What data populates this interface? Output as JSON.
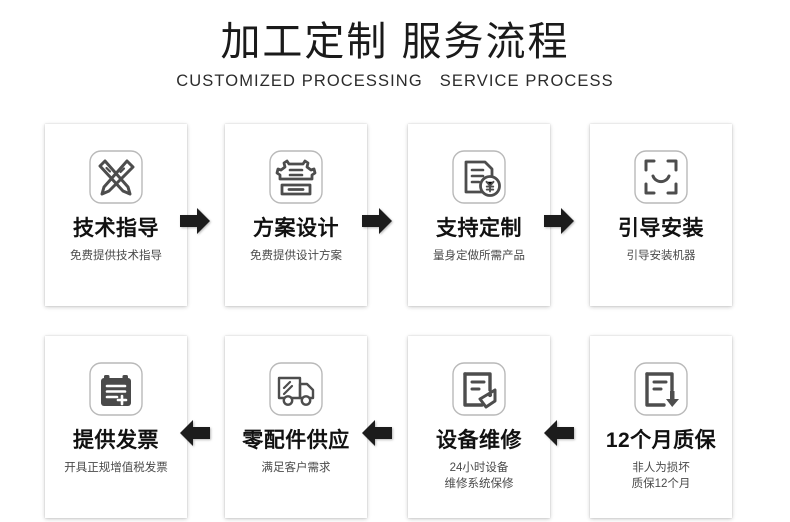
{
  "header": {
    "title": "加工定制 服务流程",
    "subtitle": "CUSTOMIZED PROCESSING   SERVICE PROCESS"
  },
  "colors": {
    "background": "#ffffff",
    "card_background": "#ffffff",
    "title_text": "#1a1a1a",
    "card_title_text": "#111111",
    "card_desc_text": "#4a4a4a",
    "icon_stroke": "#555555",
    "icon_filled": "#4a4a4a",
    "arrow_fill": "#1c1c1c"
  },
  "flow": {
    "rows": [
      {
        "direction": "left-to-right",
        "arrow_icon": "arrow-right-icon",
        "cards": [
          {
            "icon": "pen-ruler-icon",
            "title": "技术指导",
            "desc_line1": "免费提供技术指导",
            "desc_line2": ""
          },
          {
            "icon": "gear-design-icon",
            "title": "方案设计",
            "desc_line1": "免费提供设计方案",
            "desc_line2": ""
          },
          {
            "icon": "document-yen-icon",
            "title": "支持定制",
            "desc_line1": "量身定做所需产品",
            "desc_line2": ""
          },
          {
            "icon": "shopping-bag-smile-icon",
            "title": "引导安装",
            "desc_line1": "引导安装机器",
            "desc_line2": ""
          }
        ]
      },
      {
        "direction": "right-to-left",
        "arrow_icon": "arrow-left-icon",
        "cards": [
          {
            "icon": "invoice-clipboard-plus-icon",
            "title": "提供发票",
            "desc_line1": "开具正规增值税发票",
            "desc_line2": ""
          },
          {
            "icon": "delivery-truck-icon",
            "title": "零配件供应",
            "desc_line1": "满足客户需求",
            "desc_line2": ""
          },
          {
            "icon": "document-tag-icon",
            "title": "设备维修",
            "desc_line1": "24小时设备",
            "desc_line2": "维修系统保修"
          },
          {
            "icon": "document-download-icon",
            "title": "12个月质保",
            "desc_line1": "非人为损坏",
            "desc_line2": "质保12个月"
          }
        ]
      }
    ],
    "row_connector_icon": "arrow-down-icon"
  }
}
